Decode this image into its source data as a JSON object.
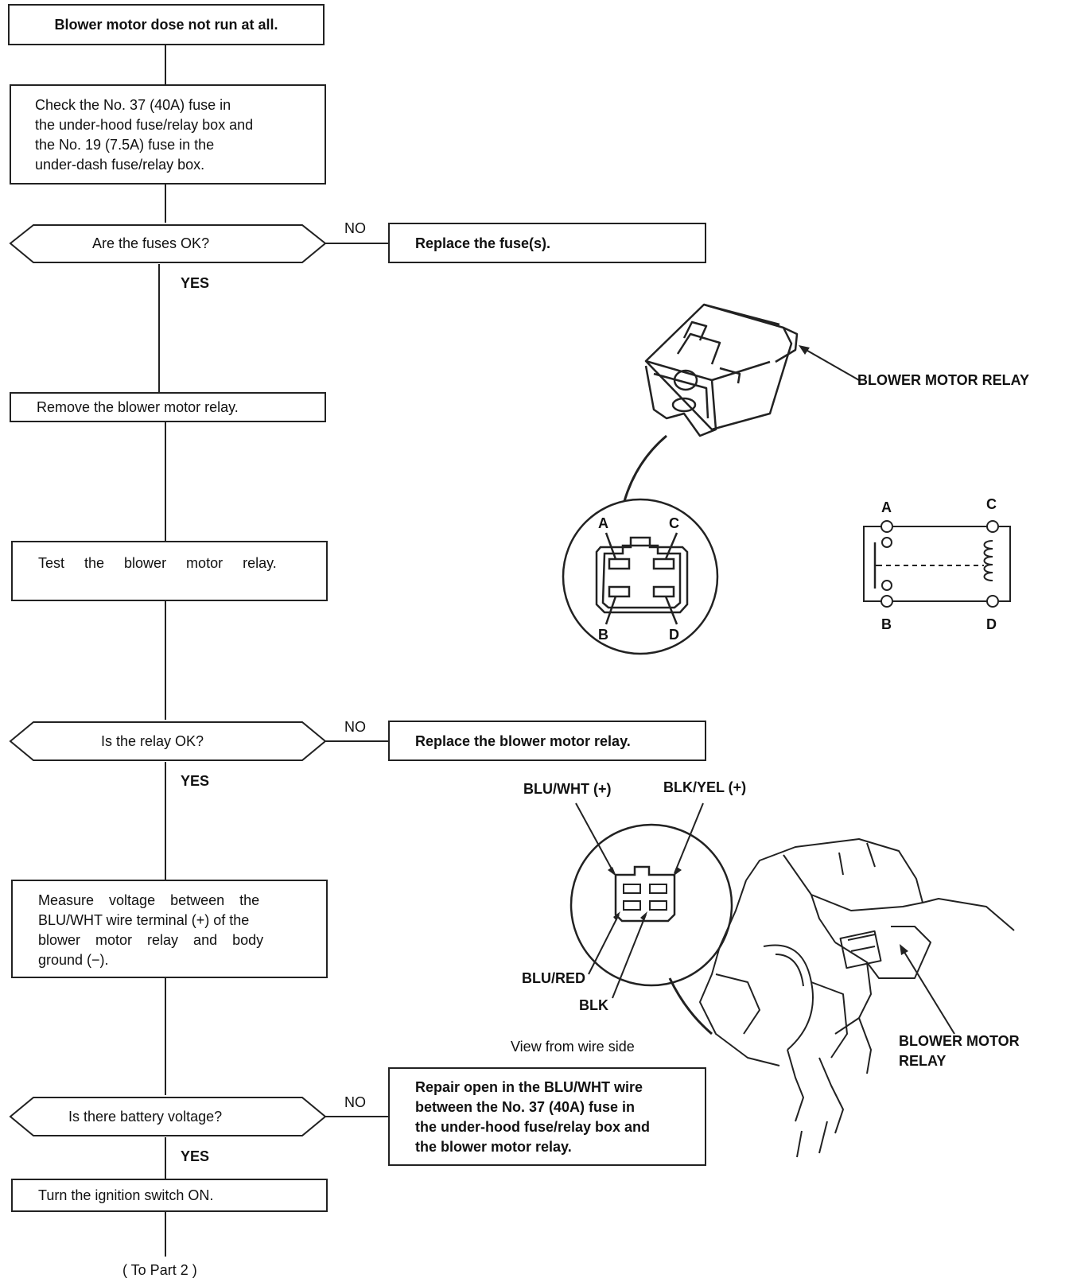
{
  "flow": {
    "start": "Blower motor dose not run at all.",
    "check_fuses": [
      "Check the No. 37 (40A) fuse in",
      "the under-hood fuse/relay box and",
      "the No. 19 (7.5A) fuse in the",
      "under-dash fuse/relay box."
    ],
    "q_fuses": "Are the fuses OK?",
    "replace_fuses": "Replace the fuse(s).",
    "remove_relay": "Remove the blower motor relay.",
    "test_relay": "Test the blower motor relay.",
    "q_relay": "Is the relay OK?",
    "replace_relay": "Replace the blower motor relay.",
    "measure": [
      "Measure voltage between the",
      "BLU/WHT wire terminal (+) of the",
      "blower motor relay and body",
      "ground (−)."
    ],
    "q_voltage": "Is there battery voltage?",
    "repair": [
      "Repair open in the BLU/WHT wire",
      "between the No. 37 (40A) fuse in",
      "the under-hood fuse/relay box and",
      "the blower motor relay."
    ],
    "ignition": "Turn the ignition switch ON.",
    "to_part": "( To Part 2 )",
    "yes": "YES",
    "no": "NO"
  },
  "relay_figure": {
    "label": "BLOWER MOTOR RELAY",
    "terminals": [
      "A",
      "B",
      "C",
      "D"
    ]
  },
  "connector_figure": {
    "blu_wht": "BLU/WHT (+)",
    "blk_yel": "BLK/YEL (+)",
    "blu_red": "BLU/RED",
    "blk": "BLK",
    "view": "View from wire side",
    "relay_label": [
      "BLOWER MOTOR",
      "RELAY"
    ]
  }
}
